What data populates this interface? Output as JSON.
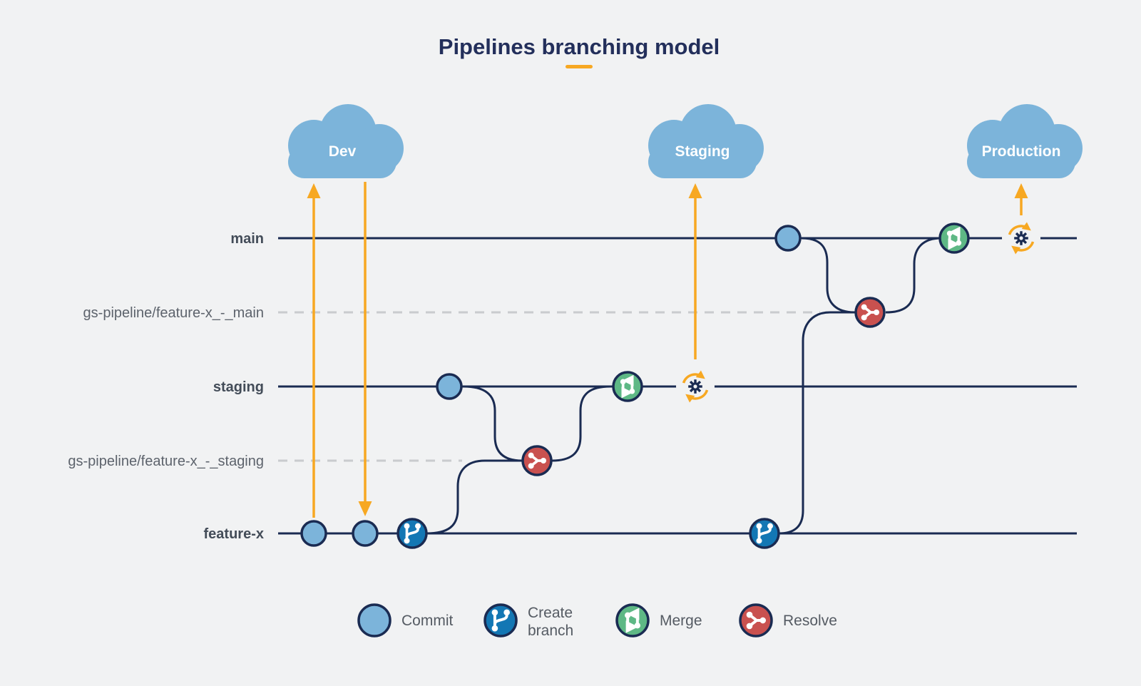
{
  "title": {
    "text": "Pipelines branching model"
  },
  "clouds": [
    {
      "label": "Dev",
      "icon": "cloud-icon",
      "color": "#7cb4da"
    },
    {
      "label": "Staging",
      "icon": "cloud-icon",
      "color": "#7cb4da"
    },
    {
      "label": "Production",
      "icon": "cloud-icon",
      "color": "#7cb4da"
    }
  ],
  "branches": [
    {
      "label": "main",
      "style": "solid"
    },
    {
      "label": "gs-pipeline/feature-x_-_main",
      "style": "dashed"
    },
    {
      "label": "staging",
      "style": "solid"
    },
    {
      "label": "gs-pipeline/feature-x_-_staging",
      "style": "dashed"
    },
    {
      "label": "feature-x",
      "style": "solid"
    }
  ],
  "legend": [
    {
      "label": "Commit",
      "icon": "commit-icon",
      "color": "#7cb4da"
    },
    {
      "label": "Create branch",
      "icon": "create-branch-icon",
      "color": "#1377b4",
      "lines": [
        "Create",
        "branch"
      ]
    },
    {
      "label": "Merge",
      "icon": "merge-icon",
      "color": "#5eb885"
    },
    {
      "label": "Resolve",
      "icon": "resolve-icon",
      "color": "#c9514f"
    }
  ],
  "icons": {
    "deploy": "deploy-sync-gear-icon",
    "arrow_up": "arrow-up-icon",
    "arrow_down": "arrow-down-icon"
  },
  "colors": {
    "background": "#f1f2f3",
    "navy": "#1a2b52",
    "commit_blue": "#7cb4da",
    "branch_blue": "#1377b4",
    "merge_green": "#5eb885",
    "resolve_red": "#c9514f",
    "accent_orange": "#f7a822",
    "dashed_gray": "#c9cbce"
  }
}
